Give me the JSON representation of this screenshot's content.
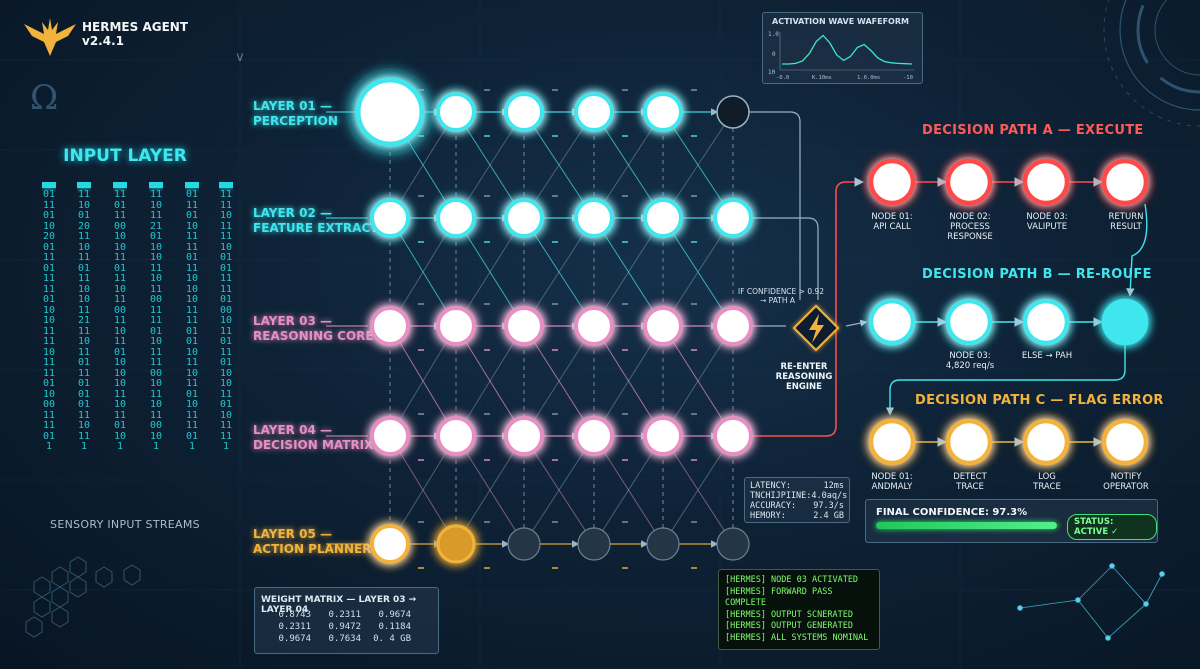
{
  "app": {
    "name": "HERMES AGENT",
    "version": "v2.4.1",
    "omega": "Ω",
    "chevron": "v"
  },
  "input_layer": {
    "title": "INPUT LAYER",
    "caption": "SENSORY INPUT STREAMS",
    "streams": [
      "0111011020011101111101101011111011110110001111011",
      "1110012011101101111010112111101101110101011110111",
      "1101110010101101111011001110110110101011101101101",
      "1110112101101011101100111101101111001011101100101",
      "0111011011110111101010111101011011101101101111011",
      "1111101111100101111101001011011101101011011011111"
    ]
  },
  "layers": [
    {
      "line1": "LAYER 01 —",
      "line2": "PERCEPTION",
      "color": "#3fe6ee"
    },
    {
      "line1": "LAYER 02 —",
      "line2": "FEATURE EXTRACTOR",
      "color": "#3fe6ee"
    },
    {
      "line1": "LAYER 03 —",
      "line2": "REASONING CORE",
      "color": "#e78fc2"
    },
    {
      "line1": "LAYER 04 —",
      "line2": "DECISION MATRIX",
      "color": "#e78fc2"
    },
    {
      "line1": "LAYER 05 —",
      "line2": "ACTION PLANNER",
      "color": "#f2b33c"
    }
  ],
  "router": {
    "condition_line1": "IF CONFIDENCE > 0.92",
    "condition_line2": "→ PATH A",
    "reenter_line1": "RE-ENTER",
    "reenter_line2": "REASONING",
    "reenter_line3": "ENGINE",
    "icon": "lightning-icon"
  },
  "path_a": {
    "title": "DECISION PATH A — EXECUTE",
    "color": "#ff4a4a",
    "nodes": [
      {
        "line1": "NODE 01:",
        "line2": "API CALL"
      },
      {
        "line1": "NODE 02:",
        "line2": "PROCESS",
        "line3": "RESPONSE"
      },
      {
        "line1": "NODE 03:",
        "line2": "VALIPUTE"
      },
      {
        "line1": "RETURN",
        "line2": "RESULT"
      }
    ]
  },
  "path_b": {
    "title": "DECISION PATH B — RE-ROUFE",
    "color": "#3fe6ee",
    "nodes": [
      {
        "line1": "",
        "line2": ""
      },
      {
        "line1": "NODE 03:",
        "line2": "4,820 req/s"
      },
      {
        "line1": "ELSE → PAH",
        "line2": ""
      },
      {
        "line1": "",
        "line2": ""
      }
    ]
  },
  "path_c": {
    "title": "DECISION PATH C — FLAG ERROR",
    "color": "#f2b33c",
    "nodes": [
      {
        "line1": "NODE 01:",
        "line2": "ANDMALY"
      },
      {
        "line1": "DETECT",
        "line2": "TRACE"
      },
      {
        "line1": "LOG",
        "line2": "TRACE"
      },
      {
        "line1": "NOTIFY",
        "line2": "OPERATOR"
      }
    ]
  },
  "waveform": {
    "title": "ACTIVATION WAVE WAFEFORM",
    "y_ticks": [
      "1.0",
      "0",
      "10"
    ],
    "x_ticks": [
      "-0.0",
      "K.10ms",
      "1.0.0ms",
      "-10"
    ],
    "samples": [
      0.0,
      0.0,
      0.02,
      0.1,
      0.35,
      0.75,
      0.95,
      0.7,
      0.3,
      0.12,
      0.25,
      0.55,
      0.65,
      0.45,
      0.2,
      0.08,
      0.04,
      0.02,
      0.01,
      0.0
    ]
  },
  "stats": {
    "rows": [
      {
        "label": "LATENCY:",
        "value": "12ms"
      },
      {
        "label": "TNCHIJPIINE:",
        "value": "4.0aq/s"
      },
      {
        "label": "ACCURACY:",
        "value": "97.3/s"
      },
      {
        "label": "HEMORY:",
        "value": "2.4 GB"
      }
    ]
  },
  "confidence": {
    "label": "FINAL CONFIDENCE: 97.3%",
    "value": 0.973,
    "status": "STATUS: ACTIVE ✓"
  },
  "weight_matrix": {
    "title": "WEIGHT MATRIX — LAYER 03 → LAYER 04",
    "rows": [
      [
        "0.8743",
        "0.2311",
        "0.9674"
      ],
      [
        "0.2311",
        "0.9472",
        "0.1184"
      ],
      [
        "0.9674",
        "0.7634",
        "0. 4 GB"
      ]
    ]
  },
  "log": {
    "lines": [
      "[HERMES] NODE 03 ACTIVATED",
      "[HERMES] FORWARD PASS COMPLETE",
      "[HERMES] OUTPUT SCNERATED",
      "[HERMES] OUTPUT GENERATED",
      "[HERMES] ALL SYSTEMS NOMINAL"
    ]
  },
  "colors": {
    "cyan": "#3fe6ee",
    "pink": "#e78fc2",
    "amber": "#f2b33c",
    "red": "#ff4a4a",
    "green": "#3fe07a",
    "background": "#0b1a2b"
  }
}
